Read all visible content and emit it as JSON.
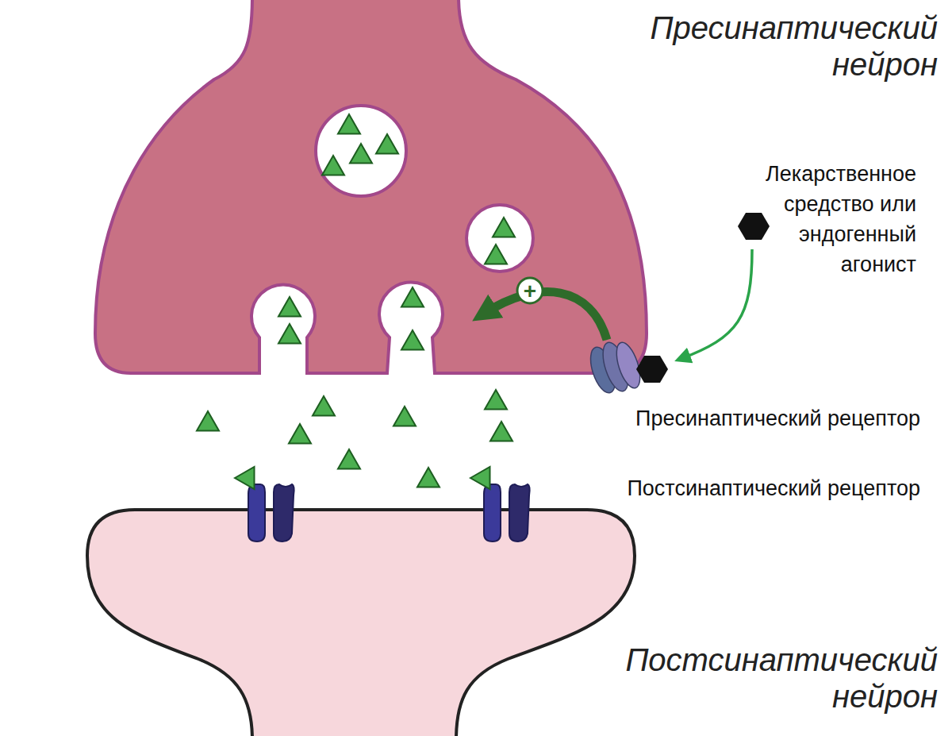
{
  "diagram": {
    "nodes": [
      {
        "text": [
          "Пресинаптический нейрон"
        ]
      },
      {
        "text": [
          "Постсинаптический нейрон"
        ]
      }
    ],
    "labels": [
      "Лекарственное средство или эндогенный агонист",
      "+",
      "Пресинаптический рецептор",
      "Постсинаптический рецептор"
    ]
  }
}
